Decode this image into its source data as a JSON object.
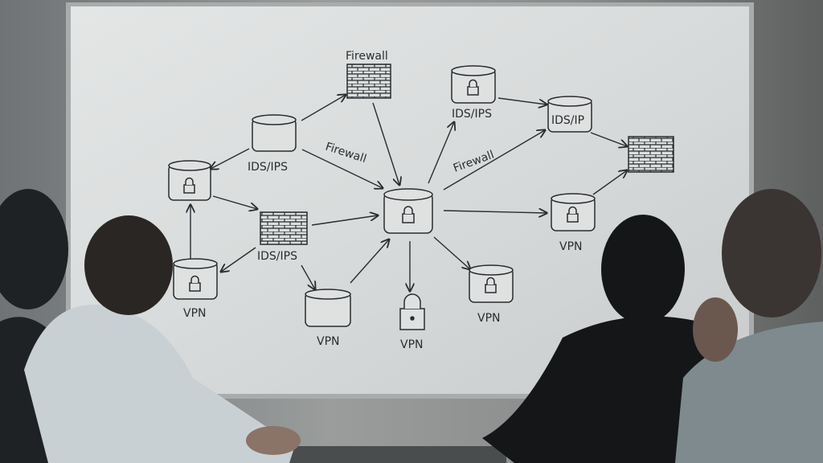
{
  "whiteboard": {
    "labels": {
      "firewall_top": "Firewall",
      "firewall_left_arrow": "Firewall",
      "firewall_right_arrow": "Firewall",
      "ids_ips_center_left": "IDS/IPS",
      "ids_ips_top_right": "IDS/IPS",
      "ids_ips_brick": "IDS/IPS",
      "ids_ip_cylinder": "IDS/IP",
      "vpn_right": "VPN",
      "vpn_left": "VPN",
      "vpn_bottom_left": "VPN",
      "vpn_bottom_lock": "VPN",
      "vpn_bottom_right": "VPN"
    }
  }
}
